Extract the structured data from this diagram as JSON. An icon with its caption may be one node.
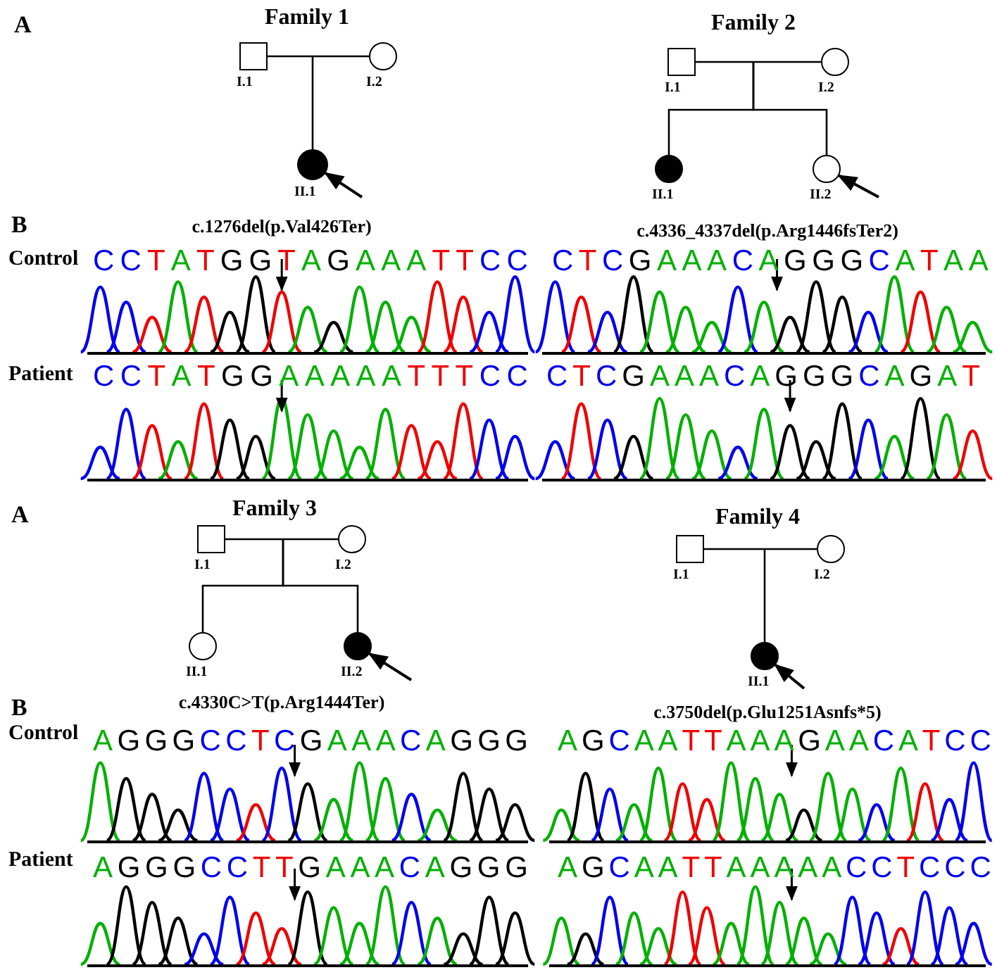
{
  "diagram": {
    "nodes": [
      {
        "text": [],
        "shape": "box",
        "beside": [
          "I.1"
        ]
      },
      {
        "text": [],
        "shape": "circle",
        "beside": [
          "I.2"
        ]
      },
      {
        "text": [],
        "shape": "disc",
        "beside": [
          "II.1"
        ]
      },
      {
        "text": [],
        "shape": "box",
        "beside": [
          "I.1"
        ]
      },
      {
        "text": [],
        "shape": "circle",
        "beside": [
          "I.2"
        ]
      },
      {
        "text": [],
        "shape": "disc",
        "beside": [
          "II.1"
        ]
      },
      {
        "text": [],
        "shape": "circle",
        "beside": [
          "II.2"
        ]
      },
      {
        "text": [],
        "shape": "box",
        "beside": [
          "I.1"
        ]
      },
      {
        "text": [],
        "shape": "circle",
        "beside": [
          "I.2"
        ]
      },
      {
        "text": [],
        "shape": "circle",
        "beside": [
          "II.1"
        ]
      },
      {
        "text": [],
        "shape": "disc",
        "beside": [
          "II.2"
        ]
      },
      {
        "text": [],
        "shape": "box",
        "beside": [
          "I.1"
        ]
      },
      {
        "text": [],
        "shape": "circle",
        "beside": [
          "I.2"
        ]
      },
      {
        "text": [],
        "shape": "disc",
        "beside": [
          "II.1"
        ]
      }
    ],
    "edges": [
      {
        "from": 0,
        "to": 1,
        "arrow": "none"
      },
      {
        "from": null,
        "to": 2,
        "arrow": "none"
      },
      {
        "from": null,
        "to": 2,
        "arrow": "to"
      },
      {
        "from": 3,
        "to": 4,
        "arrow": "none"
      },
      {
        "from": null,
        "to": 5,
        "arrow": "none"
      },
      {
        "from": null,
        "to": 6,
        "arrow": "none"
      },
      {
        "from": null,
        "to": 6,
        "arrow": "to"
      },
      {
        "from": 7,
        "to": 8,
        "arrow": "none"
      },
      {
        "from": null,
        "to": 9,
        "arrow": "none"
      },
      {
        "from": null,
        "to": 10,
        "arrow": "none"
      },
      {
        "from": null,
        "to": 10,
        "arrow": "to"
      },
      {
        "from": 11,
        "to": 12,
        "arrow": "none"
      },
      {
        "from": null,
        "to": 13,
        "arrow": "none"
      },
      {
        "from": null,
        "to": 13,
        "arrow": "to"
      }
    ],
    "labels": [
      "A",
      "Family 1",
      "Family 2",
      "B",
      "c.1276del(p.Val426Ter)",
      "c.4336_4337del(p.Arg1446fsTer2)",
      "Control",
      "CCTATGGTAGAAATTCC",
      "CTCGAAACAGGGCATAA",
      "Patient",
      "CCTATGGAAAAATTTCC",
      "CTCGAAACAGGGCAGAT",
      "A",
      "Family 3",
      "Family 4",
      "B",
      "c.4330C>T(p.Arg1444Ter)",
      "c.3750del(p.Glu1251Asnfs*5)",
      "Control",
      "AGGGCCTCGAAACAGGG",
      "AGCAATTAAAGAACATCC",
      "Patient",
      "AGGGCCTTGAAACAGGG",
      "AGCAATTAAAAACCTCCC"
    ]
  }
}
